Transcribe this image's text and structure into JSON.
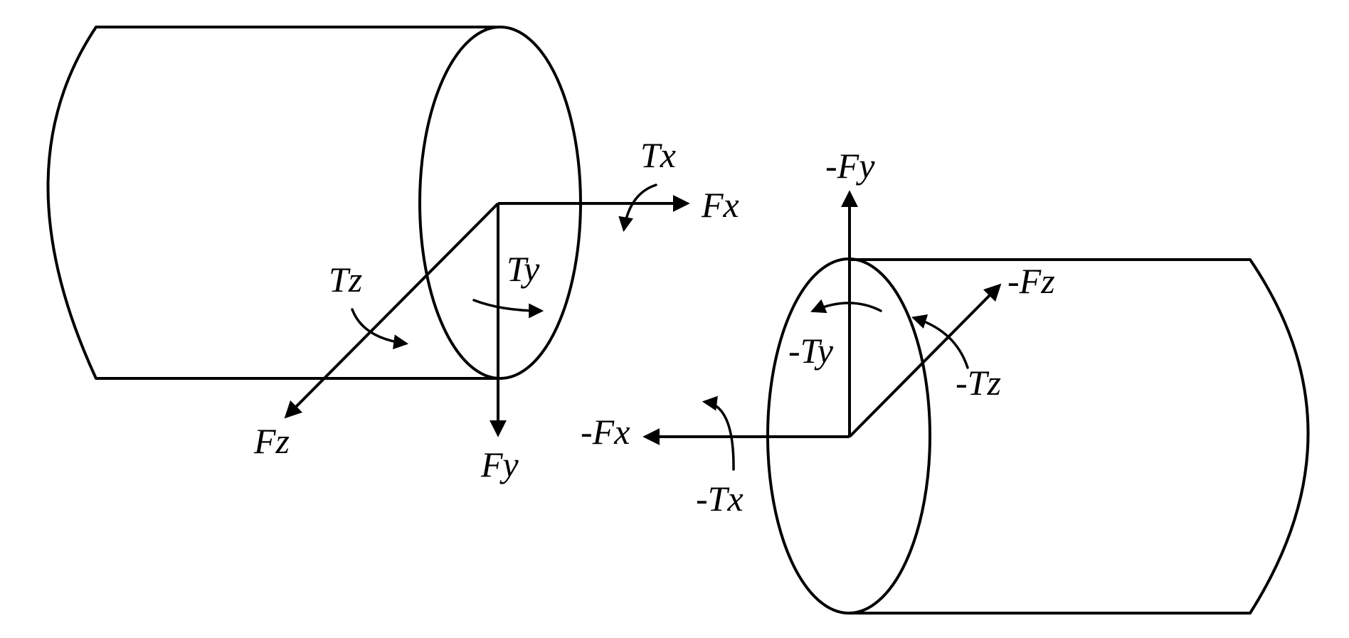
{
  "left_body": {
    "labels": {
      "fx": "Fx",
      "fy": "Fy",
      "fz": "Fz",
      "tx": "Tx",
      "ty": "Ty",
      "tz": "Tz"
    }
  },
  "right_body": {
    "labels": {
      "fx": "-Fx",
      "fy": "-Fy",
      "fz": "-Fz",
      "tx": "-Tx",
      "ty": "-Ty",
      "tz": "-Tz"
    }
  },
  "colors": {
    "line": "#000000",
    "background": "#ffffff"
  }
}
